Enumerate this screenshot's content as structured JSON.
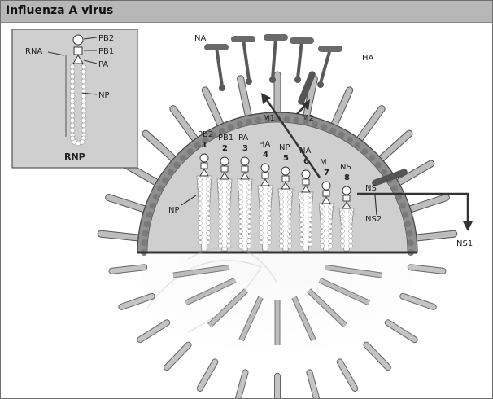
{
  "title": "Influenza A virus",
  "inset": {
    "caption": "RNP",
    "labels": {
      "rna": "RNA",
      "pb2": "PB2",
      "pb1": "PB1",
      "pa": "PA",
      "np": "NP"
    }
  },
  "virion_labels": {
    "na": "NA",
    "ha": "HA",
    "m1": "M1",
    "m2": "M2",
    "np": "NP",
    "ns": "NS",
    "ns2": "NS2",
    "ns1": "NS1"
  },
  "segments": [
    {
      "name": "PB2",
      "number": "1"
    },
    {
      "name": "PB1",
      "number": "2"
    },
    {
      "name": "PA",
      "number": "3"
    },
    {
      "name": "HA",
      "number": "4"
    },
    {
      "name": "NP",
      "number": "5"
    },
    {
      "name": "NA",
      "number": "6"
    },
    {
      "name": "M",
      "number": "7"
    },
    {
      "name": "NS",
      "number": "8"
    }
  ],
  "colors": {
    "title_bar": "#b7b7b7",
    "envelope": "#8f8f8f",
    "interior": "#cfcfcf",
    "inset_bg": "#cfcfcf",
    "spike": "#bdbdbd",
    "na_protein": "#6a6a6a"
  }
}
